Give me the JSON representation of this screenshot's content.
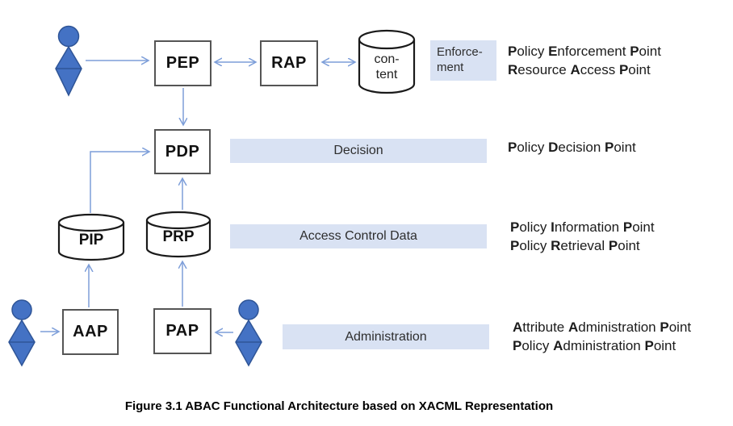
{
  "colors": {
    "accent_blue": "#4472C4",
    "accent_blue_dark": "#2F5597",
    "arrow_blue": "#7D9ED9",
    "band_fill": "#D9E2F3",
    "box_border": "#555555",
    "ink": "#1d1d1d"
  },
  "icons": {
    "actor": "person-actor-icon",
    "database": "database-cylinder-icon"
  },
  "nodes": {
    "pep": "PEP",
    "rap": "RAP",
    "pdp": "PDP",
    "aap": "AAP",
    "pap": "PAP",
    "pip": "PIP",
    "prp": "PRP",
    "content_line1": "con-",
    "content_line2": "tent"
  },
  "bands": {
    "enforcement_line1": "Enforce-",
    "enforcement_line2": "ment",
    "decision": "Decision",
    "access_control": "Access Control Data",
    "administration": "Administration"
  },
  "legend": {
    "enforcement": [
      [
        [
          "P",
          1
        ],
        [
          "olicy ",
          0
        ],
        [
          "E",
          1
        ],
        [
          "nforcement ",
          0
        ],
        [
          "P",
          1
        ],
        [
          "oint",
          0
        ]
      ],
      [
        [
          "R",
          1
        ],
        [
          "esource ",
          0
        ],
        [
          "A",
          1
        ],
        [
          "ccess ",
          0
        ],
        [
          "P",
          1
        ],
        [
          "oint",
          0
        ]
      ]
    ],
    "decision": [
      [
        [
          "P",
          1
        ],
        [
          "olicy ",
          0
        ],
        [
          "D",
          1
        ],
        [
          "ecision ",
          0
        ],
        [
          "P",
          1
        ],
        [
          "oint",
          0
        ]
      ]
    ],
    "access": [
      [
        [
          "P",
          1
        ],
        [
          "olicy ",
          0
        ],
        [
          "I",
          1
        ],
        [
          "nformation ",
          0
        ],
        [
          "P",
          1
        ],
        [
          "oint",
          0
        ]
      ],
      [
        [
          "P",
          1
        ],
        [
          "olicy ",
          0
        ],
        [
          "R",
          1
        ],
        [
          "etrieval ",
          0
        ],
        [
          "P",
          1
        ],
        [
          "oint",
          0
        ]
      ]
    ],
    "administration": [
      [
        [
          "A",
          1
        ],
        [
          "ttribute ",
          0
        ],
        [
          "A",
          1
        ],
        [
          "dministration ",
          0
        ],
        [
          "P",
          1
        ],
        [
          "oint",
          0
        ]
      ],
      [
        [
          "P",
          1
        ],
        [
          "olicy ",
          0
        ],
        [
          "A",
          1
        ],
        [
          "dministration ",
          0
        ],
        [
          "P",
          1
        ],
        [
          "oint",
          0
        ]
      ]
    ]
  },
  "caption": "Figure 3.1 ABAC Functional Architecture based on XACML Representation"
}
